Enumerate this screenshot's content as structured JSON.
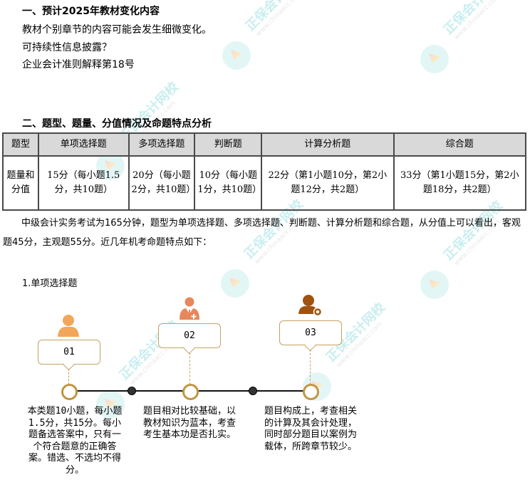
{
  "section1": {
    "title": "一、预计2025年教材变化内容",
    "lines": [
      "教材个别章节的内容可能会发生细微变化。",
      "可持续性信息披露？",
      "企业会计准则解释第18号"
    ]
  },
  "section2": {
    "title": "二、题型、题量、分值情况及命题特点分析",
    "table": {
      "header": [
        "题型",
        "单项选择题",
        "多项选择题",
        "判断题",
        "计算分析题",
        "综合题"
      ],
      "row": [
        "题量和分值",
        "15分（每小题1.5分，共10题）",
        "20分（每小题2分，共10题）",
        "10分（每小题1分，共10题）",
        "22分（第1小题10分，第2小题12分，共2题）",
        "33分（第1小题15分，第2小题18分，共2题）"
      ]
    },
    "paragraph": "中级会计实务考试为165分钟，题型为单项选择题、多项选择题、判断题、计算分析题和综合题，从分值上可以看出，客观题45分，主观题55分。近几年机考命题特点如下："
  },
  "subsection": {
    "title": "1.单项选择题",
    "timeline": [
      {
        "num": "01",
        "icon": "person-icon",
        "color": "#f2a65a",
        "text": "本类题10小题，每小题1.5分，共15分。每小题备选答案中，只有一个符合题意的正确答案。错选、不选均不得分。"
      },
      {
        "num": "02",
        "icon": "doctor-plus-icon",
        "color": "#e8875a",
        "text": "题目相对比较基础，以教材知识为蓝本，考查考生基本功是否扎实。"
      },
      {
        "num": "03",
        "icon": "user-badge-icon",
        "color": "#a0520f",
        "text": "题目构成上，考查相关的计算及其会计处理，同时部分题目以案例为载体，所跨章节较少。"
      }
    ]
  },
  "watermark": {
    "text": "正保会计网校",
    "url": "www.chinaacc.com"
  },
  "colors": {
    "accent_gold": "#c29540",
    "header_gray": "#d9d9d9"
  }
}
